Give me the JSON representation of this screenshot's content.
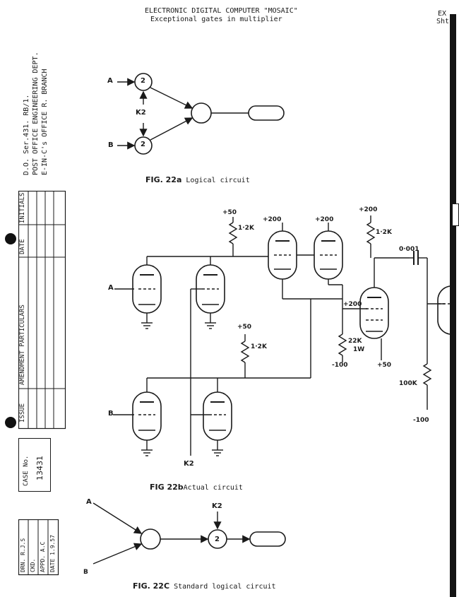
{
  "header": {
    "title": "ELECTRONIC DIGITAL COMPUTER \"MOSAIC\"",
    "subtitle": "Exceptional gates in multiplier",
    "corner_top": "EX",
    "corner_sht": "Sht."
  },
  "margin": {
    "ref_line1": "D.O. Ser.431. RB/1.",
    "ref_line2": "POST OFFICE ENGINEERING DEPT.",
    "ref_line3": "E-IN-C's OFFICE R. BRANCH",
    "table_headers": [
      "ISSUE",
      "AMENDMENT PARTICULARS",
      "DATE",
      "INITIALS"
    ],
    "case_label": "CASE No.",
    "case_number": "13431",
    "sign_box": [
      "DRN. R.J.S",
      "CKD.",
      "APPD. A.C",
      "DATE 1.9.57"
    ]
  },
  "fig22a": {
    "caption_num": "FIG. 22a",
    "caption_text": "Logical circuit",
    "input_a": "A",
    "input_b": "B",
    "gate_top": "2",
    "gate_bottom": "2",
    "control": "K2"
  },
  "fig22b": {
    "caption_num": "FIG 22b",
    "caption_text": "Actual circuit",
    "input_a": "A",
    "input_b": "B",
    "control": "K2",
    "labels": {
      "p50_top": "+50",
      "r1_2k_top": "1·2K",
      "p200_a": "+200",
      "p200_b": "+200",
      "p200_c": "+200",
      "r1_2k_right": "1·2K",
      "cap": "0·001",
      "p200_grid": "+200",
      "r22k": "22K",
      "r22k_w": "1W",
      "m100_left": "-100",
      "p50_cathode": "+50",
      "p50_mid": "+50",
      "r1_2k_mid": "1·2K",
      "r100k": "100K",
      "m100_right": "-100"
    }
  },
  "fig22c": {
    "caption_num": "FIG. 22C",
    "caption_text": "Standard logical circuit",
    "input_a": "A",
    "input_b": "B",
    "gate": "2",
    "control": "K2"
  }
}
